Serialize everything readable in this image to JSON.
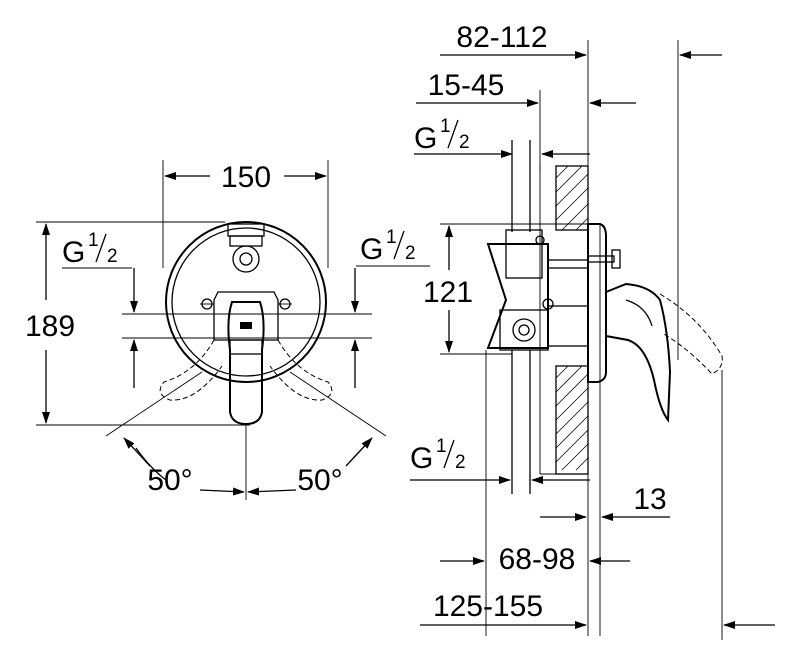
{
  "front_view": {
    "width_dim": "150",
    "height_dim": "189",
    "thread_left": {
      "main": "G",
      "numerator": "1",
      "denominator": "2"
    },
    "thread_right": {
      "main": "G",
      "numerator": "1",
      "denominator": "2"
    },
    "angle_left": "50°",
    "angle_right": "50°"
  },
  "side_view": {
    "depth_total": "82-112",
    "depth_wall": "15-45",
    "thread_top": {
      "main": "G",
      "numerator": "1",
      "denominator": "2"
    },
    "thread_bottom": {
      "main": "G",
      "numerator": "1",
      "denominator": "2"
    },
    "height_dim": "121",
    "plate_dim": "13",
    "depth_body": "68-98",
    "depth_overall": "125-155"
  }
}
